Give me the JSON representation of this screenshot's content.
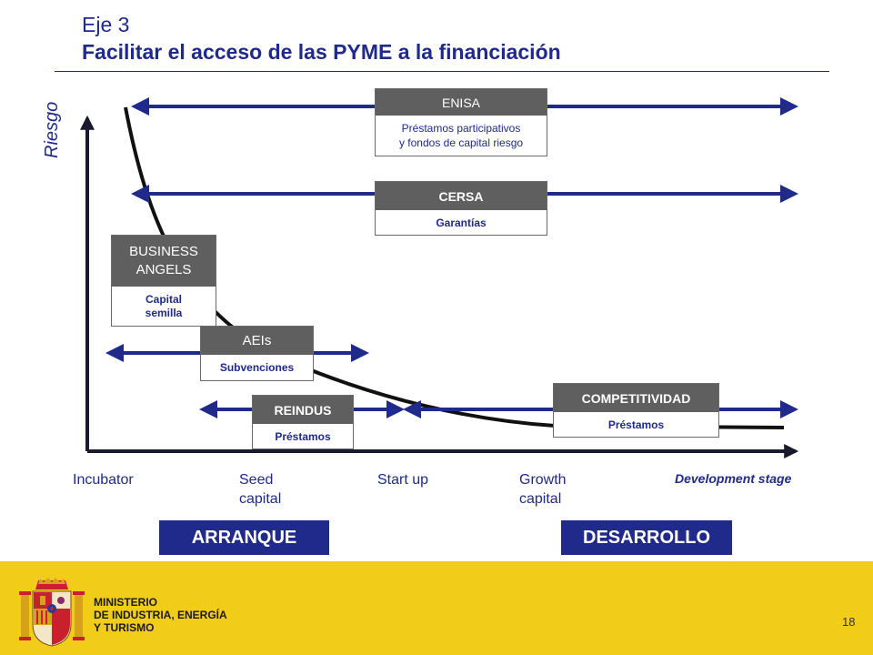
{
  "header": {
    "title_line1": "Eje 3",
    "title_line2": "Facilitar el acceso de las PYME a la financiación"
  },
  "axes": {
    "y_label": "Riesgo",
    "x_label": "Development stage",
    "stages": {
      "incubator": "Incubator",
      "seed_line1": "Seed",
      "seed_line2": "capital",
      "startup": "Start up",
      "growth_line1": "Growth",
      "growth_line2": "capital"
    }
  },
  "instruments": {
    "enisa": {
      "name": "ENISA",
      "desc_line1": "Préstamos participativos",
      "desc_line2": "y fondos de capital riesgo"
    },
    "cersa": {
      "name": "CERSA",
      "desc": "Garantías"
    },
    "business_angels": {
      "name_line1": "BUSINESS",
      "name_line2": "ANGELS",
      "desc_line1": "Capital",
      "desc_line2": "semilla"
    },
    "aeis": {
      "name": "AEIs",
      "desc": "Subvenciones"
    },
    "reindus": {
      "name": "REINDUS",
      "desc": "Préstamos"
    },
    "competitividad": {
      "name": "COMPETITIVIDAD",
      "desc": "Préstamos"
    }
  },
  "phases": {
    "arranque": "ARRANQUE",
    "desarrollo": "DESARROLLO"
  },
  "footer": {
    "ministry_line1": "MINISTERIO",
    "ministry_line2": "DE INDUSTRIA, ENERGÍA",
    "ministry_line3": "Y TURISMO",
    "page_number": "18"
  },
  "colors": {
    "navy": "#1f2a8a",
    "box_header": "#5f5f5f",
    "footer_yellow": "#f1cd1a"
  },
  "icons": [
    "spain-coat-of-arms-icon"
  ]
}
